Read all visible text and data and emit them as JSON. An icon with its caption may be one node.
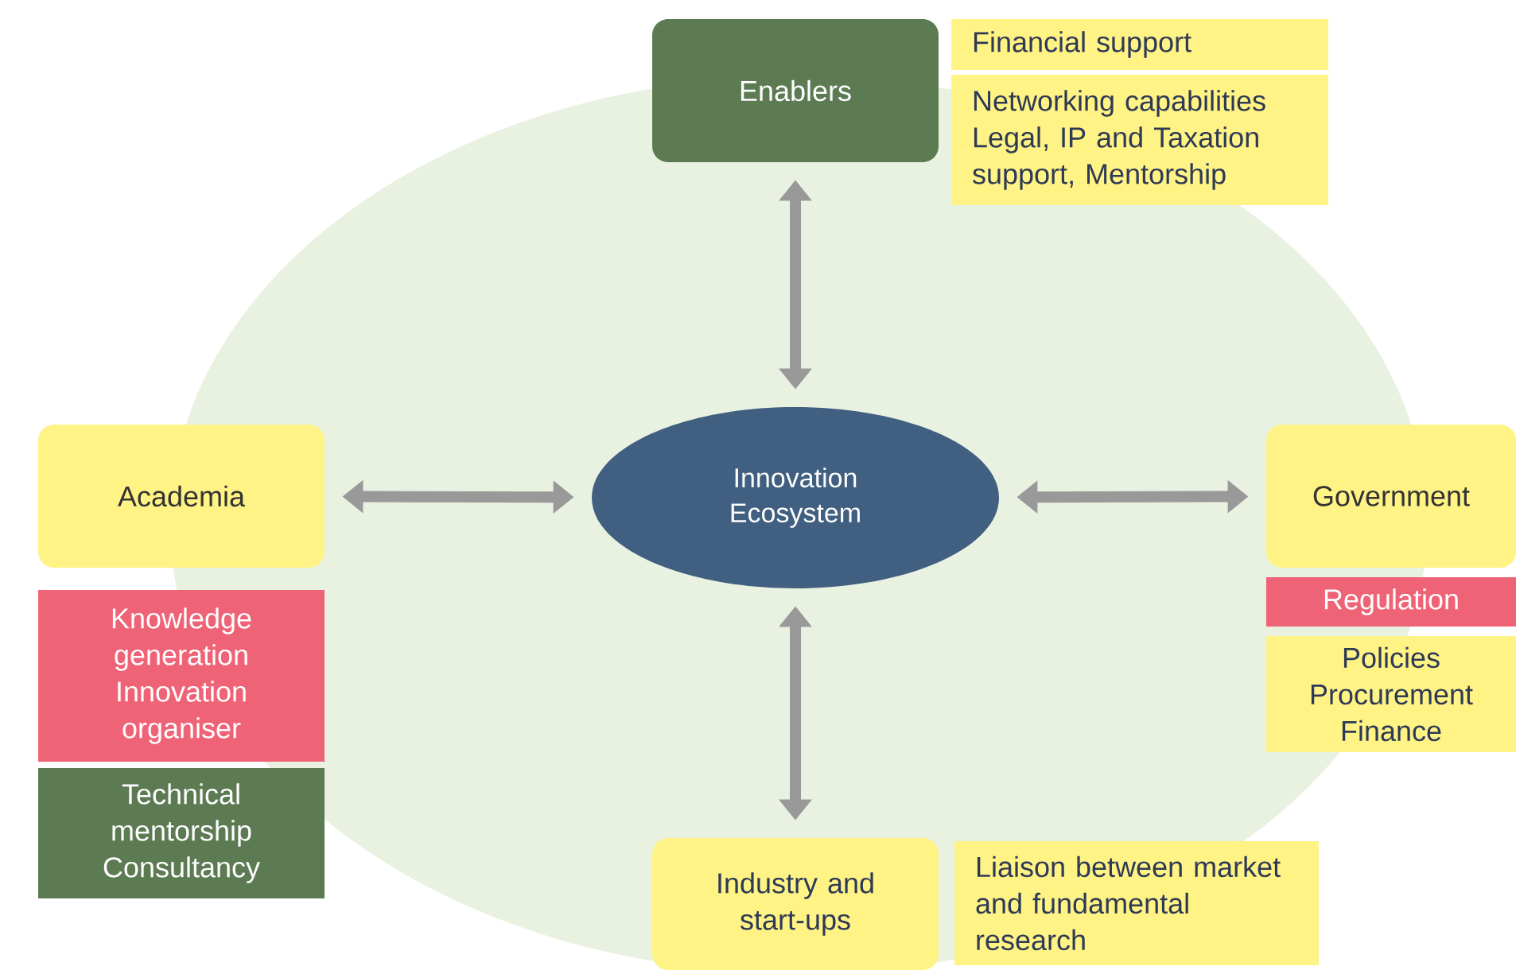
{
  "diagram": {
    "nodes": [
      {
        "text": [
          "Innovation Ecosystem"
        ]
      },
      {
        "text": [
          "Enablers"
        ]
      },
      {
        "text": [
          "Financial support"
        ]
      },
      {
        "text": [
          "Networking capabilities Legal, IP and Taxation support, Mentorship"
        ]
      },
      {
        "text": [
          "Academia"
        ]
      },
      {
        "text": [
          "Knowledge generation Innovation organiser"
        ]
      },
      {
        "text": [
          "Technical mentorship Consultancy"
        ]
      },
      {
        "text": [
          "Government"
        ]
      },
      {
        "text": [
          "Regulation"
        ]
      },
      {
        "text": [
          "Policies Procurement Finance"
        ]
      },
      {
        "text": [
          "Industry and start-ups"
        ]
      },
      {
        "text": [
          "Liaison between market and fundamental research"
        ]
      }
    ],
    "edges": [
      {
        "from": 1,
        "to": 0,
        "arrow": "both"
      },
      {
        "from": 4,
        "to": 0,
        "arrow": "both"
      },
      {
        "from": 0,
        "to": 7,
        "arrow": "both"
      },
      {
        "from": 0,
        "to": 10,
        "arrow": "both"
      }
    ]
  }
}
